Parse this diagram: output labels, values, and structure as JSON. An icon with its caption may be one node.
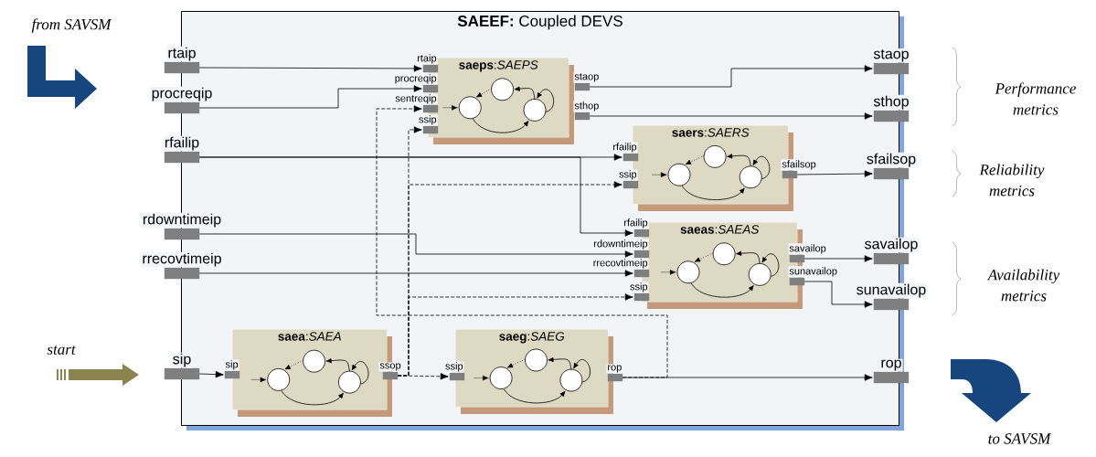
{
  "diagram": {
    "nodes": [
      {
        "text": [
          "**SAEEF:** Coupled DEVS"
        ]
      },
      {
        "text": [
          "rtaip"
        ]
      },
      {
        "text": [
          "procreqip"
        ]
      },
      {
        "text": [
          "rfailip"
        ]
      },
      {
        "text": [
          "rdowntimeip"
        ]
      },
      {
        "text": [
          "rrecovtimeip"
        ]
      },
      {
        "text": [
          "sip"
        ]
      },
      {
        "text": [
          "staop"
        ]
      },
      {
        "text": [
          "sthop"
        ]
      },
      {
        "text": [
          "sfailsop"
        ]
      },
      {
        "text": [
          "savailop"
        ]
      },
      {
        "text": [
          "sunavailop"
        ]
      },
      {
        "text": [
          "rop"
        ]
      },
      {
        "text": [
          "**saeps**:*SAEPS*"
        ],
        "in": 0
      },
      {
        "text": [
          "rtaip"
        ],
        "in": 0
      },
      {
        "text": [
          "procreqip"
        ],
        "in": 0
      },
      {
        "text": [
          "sentreqip"
        ],
        "in": 0
      },
      {
        "text": [
          "ssip"
        ],
        "in": 0
      },
      {
        "text": [
          "staop"
        ],
        "in": 0
      },
      {
        "text": [
          "sthop"
        ],
        "in": 0
      },
      {
        "text": [
          "**saers**:*SAERS*"
        ],
        "in": 0
      },
      {
        "text": [
          "rfailip"
        ],
        "in": 0
      },
      {
        "text": [
          "ssip"
        ],
        "in": 0
      },
      {
        "text": [
          "sfailsop"
        ],
        "in": 0
      },
      {
        "text": [
          "**saeas**:*SAEAS*"
        ],
        "in": 0
      },
      {
        "text": [
          "rfailip"
        ],
        "in": 0
      },
      {
        "text": [
          "rdowntimeip"
        ],
        "in": 0
      },
      {
        "text": [
          "rrecovtimeip"
        ],
        "in": 0
      },
      {
        "text": [
          "ssip"
        ],
        "in": 0
      },
      {
        "text": [
          "savailop"
        ],
        "in": 0
      },
      {
        "text": [
          "sunavailop"
        ],
        "in": 0
      },
      {
        "text": [
          "**saea**:*SAEA*"
        ],
        "in": 0
      },
      {
        "text": [
          "sip"
        ],
        "in": 0
      },
      {
        "text": [
          "ssop"
        ],
        "in": 0
      },
      {
        "text": [
          "**saeg**:*SAEG*"
        ],
        "in": 0
      },
      {
        "text": [
          "ssip"
        ],
        "in": 0
      },
      {
        "text": [
          "rop"
        ],
        "in": 0
      }
    ],
    "edges": [
      {
        "from": 1,
        "to": 14,
        "arrow": "to"
      },
      {
        "from": 2,
        "to": 15,
        "arrow": "to"
      },
      {
        "from": 3,
        "to": 21,
        "arrow": "to"
      },
      {
        "from": 3,
        "to": 25,
        "arrow": "to"
      },
      {
        "from": 4,
        "to": 26,
        "arrow": "to"
      },
      {
        "from": 5,
        "to": 27,
        "arrow": "to"
      },
      {
        "from": 6,
        "to": 32,
        "arrow": "to"
      },
      {
        "from": 33,
        "to": 35,
        "arrow": "to",
        "style": "dashed"
      },
      {
        "from": 33,
        "to": 17,
        "arrow": "to",
        "style": "dashed"
      },
      {
        "from": 33,
        "to": 22,
        "arrow": "to",
        "style": "dashed"
      },
      {
        "from": 33,
        "to": 28,
        "arrow": "to",
        "style": "dashed"
      },
      {
        "from": 36,
        "to": 12,
        "arrow": "to"
      },
      {
        "from": 36,
        "to": 16,
        "arrow": "to",
        "style": "dashed"
      },
      {
        "from": 18,
        "to": 7,
        "arrow": "to"
      },
      {
        "from": 19,
        "to": 8,
        "arrow": "to"
      },
      {
        "from": 23,
        "to": 9,
        "arrow": "to"
      },
      {
        "from": 29,
        "to": 10,
        "arrow": "to"
      },
      {
        "from": 30,
        "to": 11,
        "arrow": "to"
      }
    ],
    "labels": [
      "from SAVSM",
      "Performance metrics",
      "Reliability metrics",
      "Availability metrics",
      "start",
      "to SAVSM"
    ]
  }
}
